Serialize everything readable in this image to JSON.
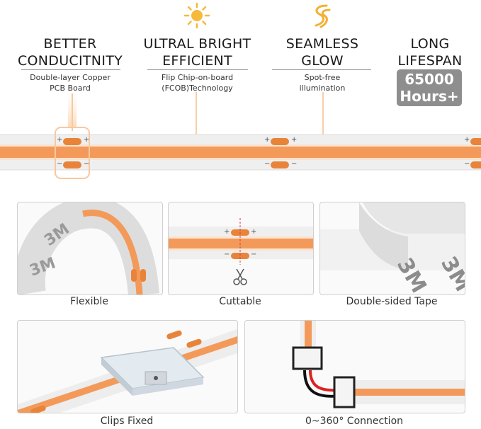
{
  "features": [
    {
      "title": "BETTER\nCONDUCITNITY",
      "subtitle": "Double-layer Copper\nPCB Board"
    },
    {
      "title": "ULTRAL BRIGHT\nEFFICIENT",
      "subtitle": "Flip Chip-on-board\n(FCOB)Technology",
      "icon": "sun-icon"
    },
    {
      "title": "SEAMLESS\nGLOW",
      "subtitle": "Spot-free\nillumination",
      "icon": "s-wave-icon"
    },
    {
      "title": "LONG\nLIFESPAN",
      "badge": "65000\nHours+"
    }
  ],
  "strip": {
    "plus": "+",
    "minus": "−"
  },
  "panels": [
    {
      "caption": "Flexible",
      "tape_text": "3M"
    },
    {
      "caption": "Cuttable"
    },
    {
      "caption": "Double-sided Tape",
      "tape_text": "3M"
    },
    {
      "caption": "Clips Fixed"
    },
    {
      "caption": "0~360° Connection"
    }
  ],
  "colors": {
    "led": "#f39a5a",
    "pad": "#e8843a",
    "accent": "#f6c24a"
  }
}
